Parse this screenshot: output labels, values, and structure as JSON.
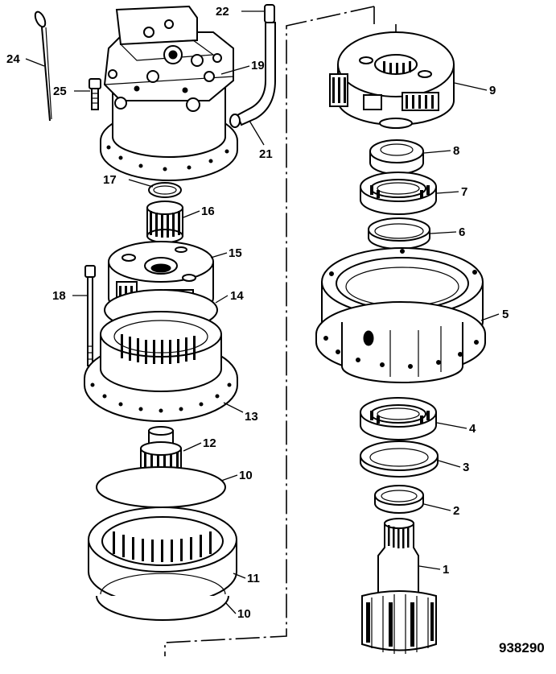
{
  "diagram": {
    "reference_number": "938290",
    "callouts": [
      {
        "id": "p1",
        "label": "1"
      },
      {
        "id": "p2",
        "label": "2"
      },
      {
        "id": "p3",
        "label": "3"
      },
      {
        "id": "p4",
        "label": "4"
      },
      {
        "id": "p5",
        "label": "5"
      },
      {
        "id": "p6",
        "label": "6"
      },
      {
        "id": "p7",
        "label": "7"
      },
      {
        "id": "p8",
        "label": "8"
      },
      {
        "id": "p9",
        "label": "9"
      },
      {
        "id": "p10a",
        "label": "10"
      },
      {
        "id": "p10b",
        "label": "10"
      },
      {
        "id": "p11",
        "label": "11"
      },
      {
        "id": "p12",
        "label": "12"
      },
      {
        "id": "p13",
        "label": "13"
      },
      {
        "id": "p14",
        "label": "14"
      },
      {
        "id": "p15",
        "label": "15"
      },
      {
        "id": "p16",
        "label": "16"
      },
      {
        "id": "p17",
        "label": "17"
      },
      {
        "id": "p18",
        "label": "18"
      },
      {
        "id": "p19",
        "label": "19"
      },
      {
        "id": "p21",
        "label": "21"
      },
      {
        "id": "p22",
        "label": "22"
      },
      {
        "id": "p24",
        "label": "24"
      },
      {
        "id": "p25",
        "label": "25"
      }
    ]
  }
}
